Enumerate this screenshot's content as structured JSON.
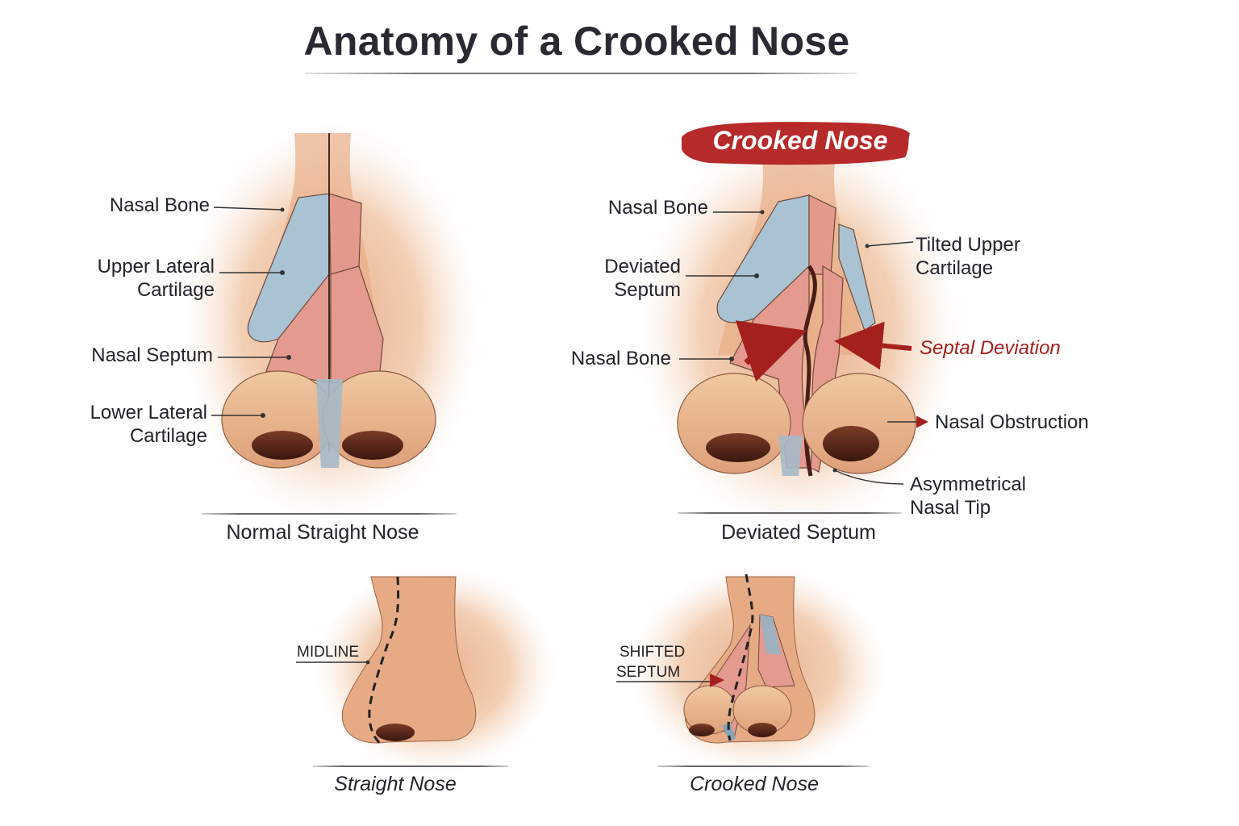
{
  "title": "Anatomy of a Crooked Nose",
  "colors": {
    "skin": "#e9b68f",
    "skin_dark": "#c98a62",
    "cartilage_blue": "#a9c3d3",
    "septum_pink": "#e79a90",
    "accent_red": "#a4201d",
    "banner_red": "#b62a2a",
    "text": "#23232b"
  },
  "panels": {
    "normal_front": {
      "caption": "Normal Straight Nose",
      "labels": {
        "nasal_bone": "Nasal Bone",
        "upper_lateral_1": "Upper Lateral",
        "upper_lateral_2": "Cartilage",
        "nasal_septum": "Nasal Septum",
        "lower_lateral_1": "Lower Lateral",
        "lower_lateral_2": "Cartilage"
      }
    },
    "crooked_front": {
      "banner": "Crooked Nose",
      "caption": "Deviated Septum",
      "labels": {
        "nasal_bone_top": "Nasal Bone",
        "deviated_septum_1": "Deviated",
        "deviated_septum_2": "Septum",
        "nasal_bone_lower": "Nasal Bone",
        "tilted_upper_1": "Tilted Upper",
        "tilted_upper_2": "Cartilage",
        "septal_deviation": "Septal Deviation",
        "nasal_obstruction": "Nasal Obstruction",
        "asym_tip_1": "Asymmetrical",
        "asym_tip_2": "Nasal Tip"
      }
    },
    "straight_side": {
      "caption": "Straight Nose",
      "labels": {
        "midline": "MIDLINE"
      }
    },
    "crooked_side": {
      "caption": "Crooked Nose",
      "labels": {
        "shifted_1": "SHIFTED",
        "shifted_2": "SEPTUM"
      }
    }
  }
}
